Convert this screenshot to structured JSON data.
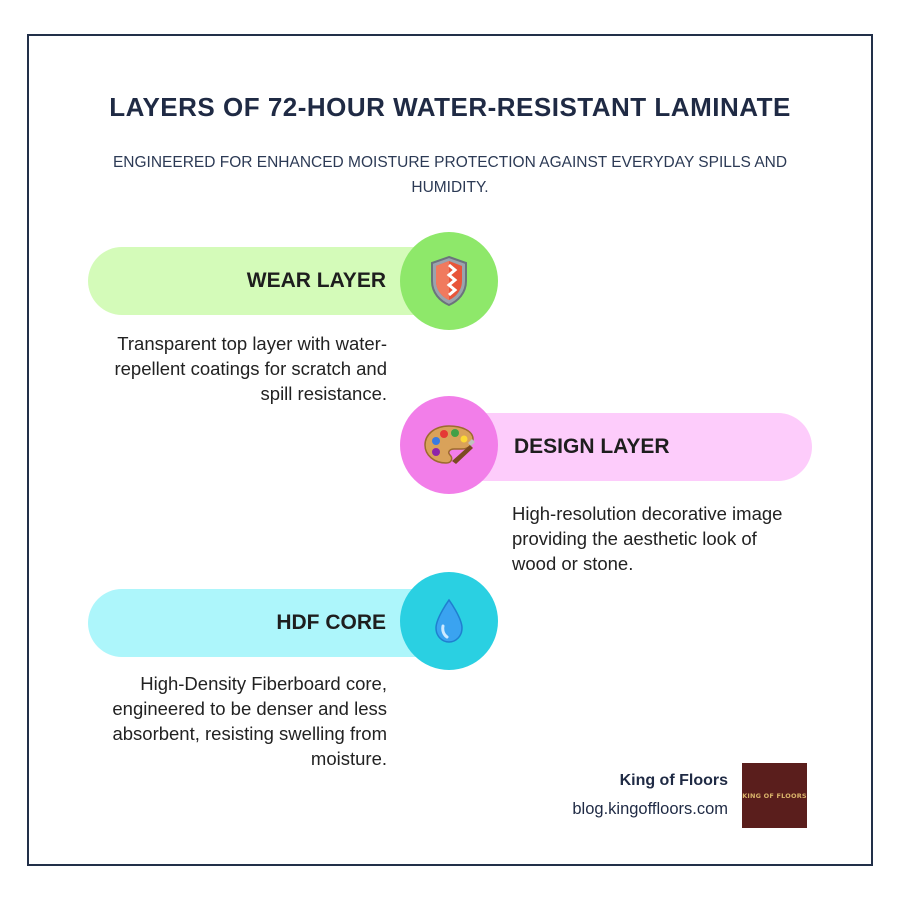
{
  "title": "LAYERS OF 72-HOUR WATER-RESISTANT LAMINATE",
  "subtitle": "ENGINEERED FOR ENHANCED MOISTURE PROTECTION AGAINST EVERYDAY SPILLS AND HUMIDITY.",
  "layers": [
    {
      "label": "WEAR LAYER",
      "icon": "shield-icon",
      "pill_color": "#d4fbb9",
      "circle_color": "#8ee86a",
      "description": "Transparent top layer with water-repellent coatings for scratch and spill resistance."
    },
    {
      "label": "DESIGN LAYER",
      "icon": "palette-icon",
      "pill_color": "#fdccfb",
      "circle_color": "#f27ee9",
      "description": "High-resolution decorative image providing the aesthetic look of wood or stone."
    },
    {
      "label": "HDF CORE",
      "icon": "water-drop-icon",
      "pill_color": "#adf6fb",
      "circle_color": "#2ad0e2",
      "description": "High-Density Fiberboard core, engineered to be denser and less absorbent, resisting swelling from moisture."
    }
  ],
  "brand": {
    "name": "King of Floors",
    "url": "blog.kingoffloors.com",
    "logo_text": "KING OF FLOORS",
    "logo_color": "#5a1e1c"
  }
}
